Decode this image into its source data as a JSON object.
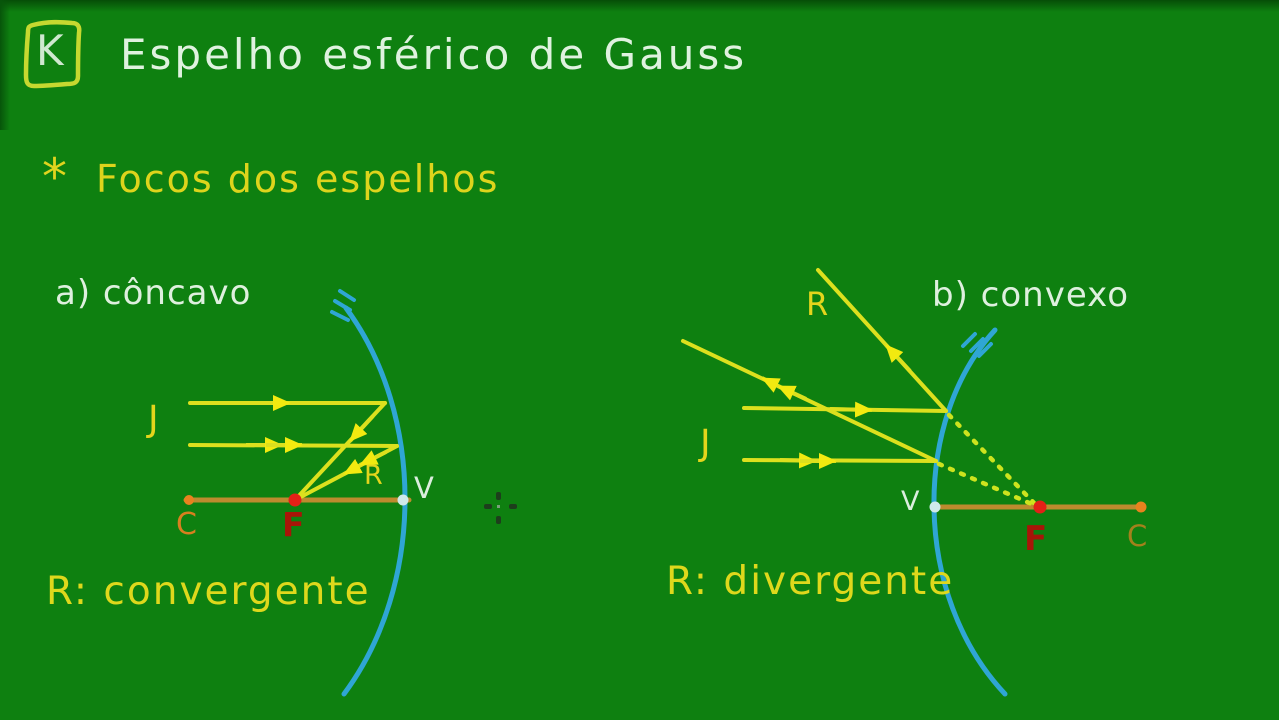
{
  "frame": {
    "kind": "chalkboard-lesson-frame",
    "language": "pt-BR"
  },
  "logo": {
    "letter": "K"
  },
  "header": {
    "title": "Espelho esférico de Gauss"
  },
  "topic": {
    "bullet": "*",
    "text": "Focos dos espelhos"
  },
  "diagrams": {
    "concave": {
      "label": "a) côncavo",
      "incident_label": "J",
      "reflected_label": "R",
      "points": {
        "center": "C",
        "focus": "F",
        "vertex": "V"
      },
      "caption": "R: convergente",
      "mirror_type": "concave spherical mirror",
      "rays": "two parallel incident rays reflect and converge through focus F"
    },
    "convex": {
      "label": "b) convexo",
      "incident_label": "J",
      "reflected_label": "R",
      "points": {
        "vertex": "V",
        "focus": "F",
        "center": "C"
      },
      "caption": "R: divergente",
      "mirror_type": "convex spherical mirror",
      "rays": "two parallel incident rays reflect and diverge; dashed extensions meet at virtual focus F"
    }
  },
  "colors": {
    "background": "#0e8010",
    "chalk_white": "#dff2df",
    "chalk_yellow": "#ddd41c",
    "ray_yellow": "#dce01e",
    "arrow_yellow": "#f2ea10",
    "mirror_blue": "#2fa6d4",
    "axis_orange": "#bd8b2e",
    "center_dot_orange": "#e8821e",
    "focus_dot_red": "#e32017",
    "vertex_dot_pale": "#cfe9ea",
    "focus_label_dark_red": "#a81508",
    "center_label_left": "#d97f1f",
    "center_label_right": "#a3811c",
    "logo_box_yellow": "#c6d830"
  }
}
